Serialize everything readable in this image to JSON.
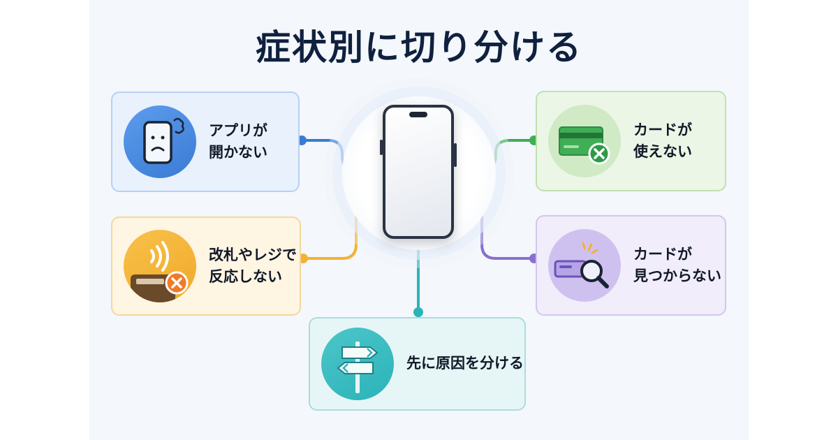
{
  "title": "症状別に切り分ける",
  "center_icon": "smartphone-icon",
  "cards": {
    "app": {
      "line1": "アプリが",
      "line2": "開かない",
      "icon": "sad-phone-icon",
      "color": "#3a7bd5"
    },
    "reader": {
      "line1": "改札やレジで",
      "line2": "反応しない",
      "icon": "card-reader-error-icon",
      "color": "#f2b233"
    },
    "card": {
      "line1": "カードが",
      "line2": "使えない",
      "icon": "card-error-icon",
      "color": "#3fae55"
    },
    "find": {
      "line1": "カードが",
      "line2": "見つからない",
      "icon": "card-search-icon",
      "color": "#8a6fd1"
    },
    "cause": {
      "line1": "先に原因を分ける",
      "icon": "signpost-icon",
      "color": "#2bb3b8"
    }
  },
  "colors": {
    "title": "#10213f",
    "blue": "#3a7bd5",
    "yellow": "#f2b233",
    "green": "#3fae55",
    "purple": "#8a6fd1",
    "teal": "#2bb3b8"
  }
}
